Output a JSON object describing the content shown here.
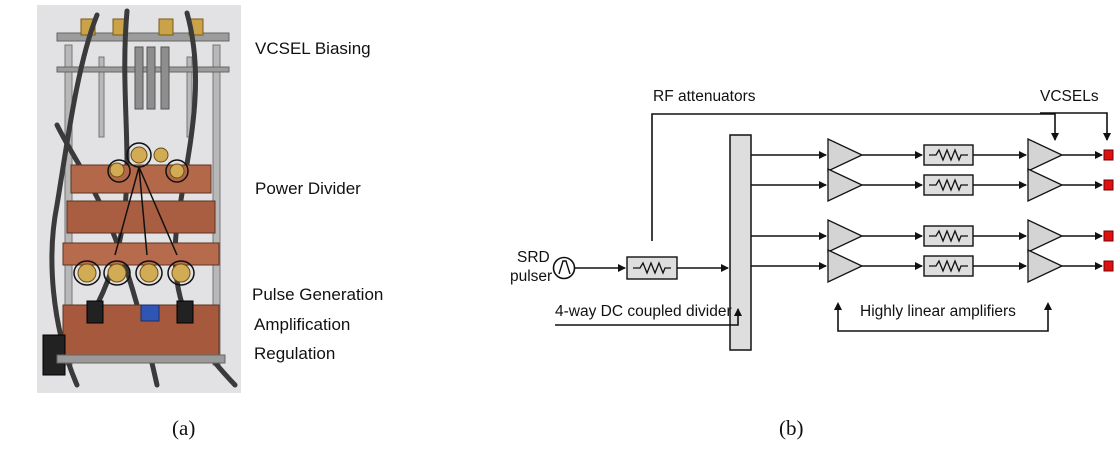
{
  "panel_a": {
    "caption": "(a)",
    "labels": {
      "vcsel_biasing": "VCSEL Biasing",
      "power_divider": "Power Divider",
      "pulse_generation": "Pulse Generation",
      "amplification": "Amplification",
      "regulation": "Regulation"
    }
  },
  "panel_b": {
    "caption": "(b)",
    "labels": {
      "rf_attenuators": "RF attenuators",
      "vcsels": "VCSELs",
      "srd_line1": "SRD",
      "srd_line2": "pulser",
      "divider": "4-way DC coupled divider",
      "amplifiers": "Highly linear amplifiers"
    },
    "channel_count": 4,
    "colors": {
      "amp_fill": "#d4d4d4",
      "block_fill": "#dedede",
      "vcsel_red": "#dd1111"
    }
  }
}
